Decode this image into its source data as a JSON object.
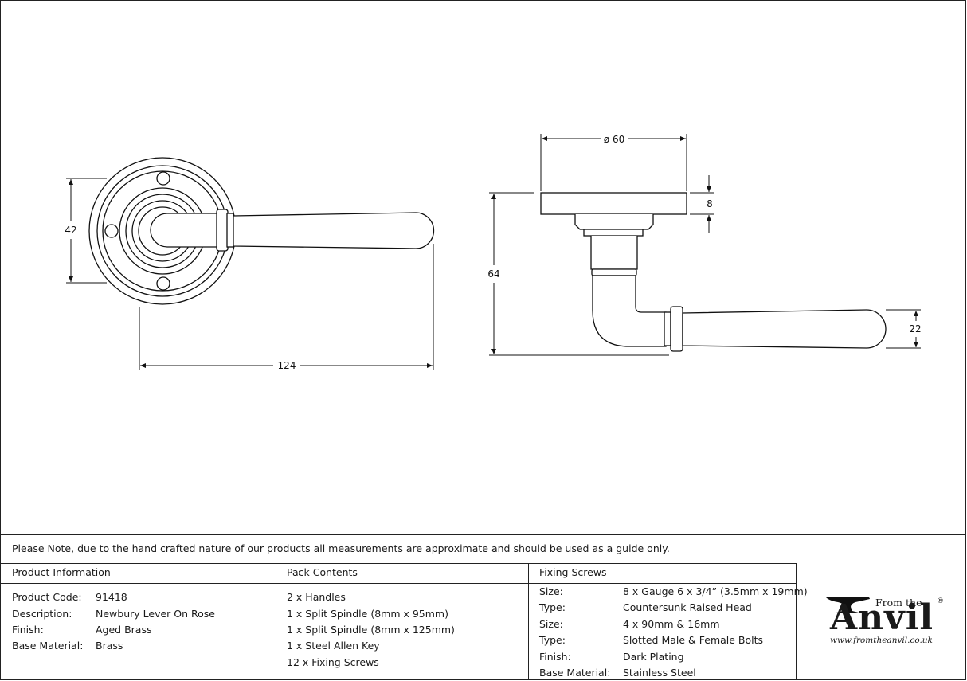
{
  "drawing": {
    "front_view": {
      "width_dim": "124",
      "height_dim": "42"
    },
    "side_view": {
      "rose_dim": "ø 60",
      "rose_thickness_dim": "8",
      "projection_dim": "64",
      "lever_dim": "22"
    }
  },
  "note": "Please Note, due to the hand crafted nature of our products all measurements are approximate and should be used as a guide only.",
  "product_info": {
    "header": "Product Information",
    "rows": [
      {
        "label": "Product Code:",
        "value": "91418"
      },
      {
        "label": "Description:",
        "value": "Newbury Lever On Rose"
      },
      {
        "label": "Finish:",
        "value": "Aged Brass"
      },
      {
        "label": "Base Material:",
        "value": "Brass"
      }
    ]
  },
  "pack_contents": {
    "header": "Pack Contents",
    "items": [
      "2 x Handles",
      "1 x Split Spindle (8mm x 95mm)",
      "1 x Split Spindle (8mm x 125mm)",
      "1 x Steel Allen Key",
      "12 x Fixing Screws"
    ]
  },
  "fixing_screws": {
    "header": "Fixing Screws",
    "rows": [
      {
        "label": "Size:",
        "value": "8 x Gauge 6 x 3/4” (3.5mm x 19mm)"
      },
      {
        "label": "Type:",
        "value": "Countersunk Raised Head"
      },
      {
        "label": "Size:",
        "value": "4 x 90mm & 16mm"
      },
      {
        "label": "Type:",
        "value": "Slotted Male & Female Bolts"
      },
      {
        "label": "Finish:",
        "value": "Dark Plating"
      },
      {
        "label": "Base Material:",
        "value": "Stainless Steel"
      }
    ]
  },
  "logo": {
    "from_the": "From the",
    "word": "Anvil",
    "reg": "®",
    "url": "www.fromtheanvil.co.uk"
  }
}
